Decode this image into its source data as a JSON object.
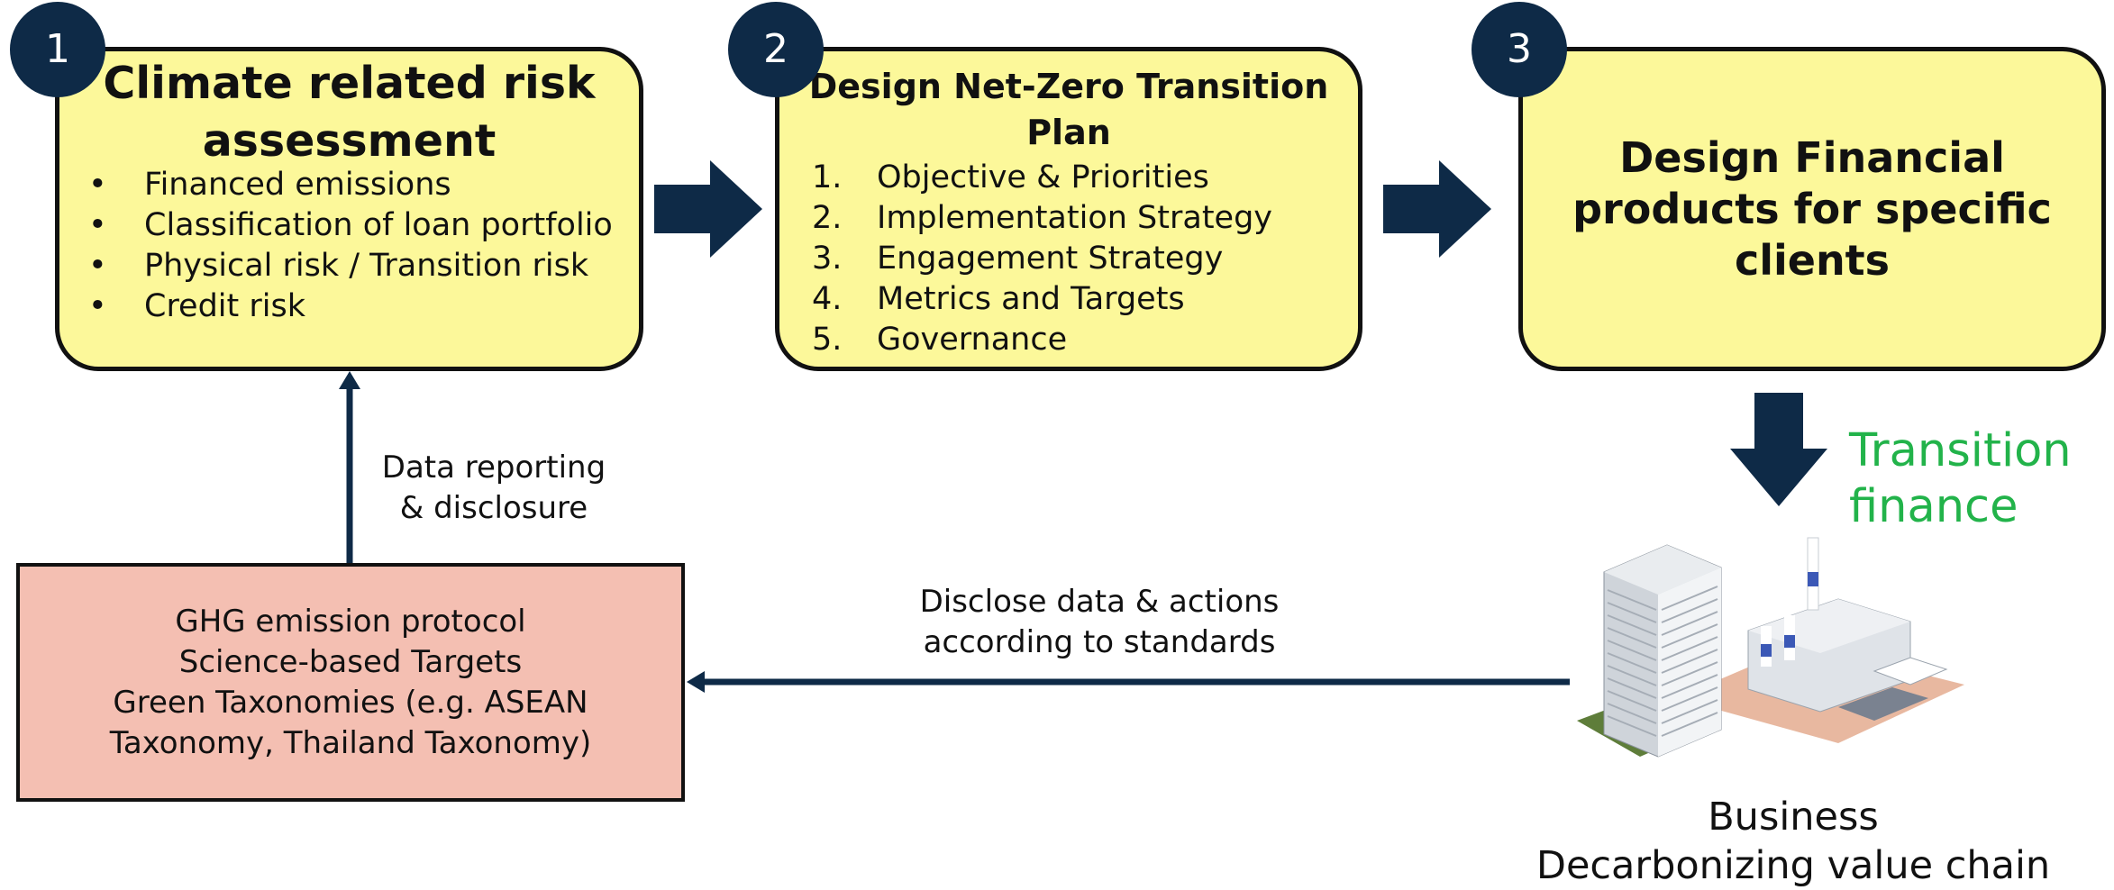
{
  "steps": [
    {
      "number": "1",
      "title": "Climate related risk assessment",
      "items": [
        "Financed emissions",
        "Classification of loan portfolio",
        "Physical risk / Transition risk",
        "Credit risk"
      ]
    },
    {
      "number": "2",
      "title": "Design Net-Zero Transition Plan",
      "items": [
        {
          "num": "1.",
          "text": "Objective & Priorities"
        },
        {
          "num": "2.",
          "text": "Implementation Strategy"
        },
        {
          "num": "3.",
          "text": "Engagement Strategy"
        },
        {
          "num": "4.",
          "text": "Metrics and Targets"
        },
        {
          "num": "5.",
          "text": "Governance"
        }
      ]
    },
    {
      "number": "3",
      "title": "Design Financial products for specific clients"
    }
  ],
  "standards_box": {
    "text": "GHG emission protocol\nScience-based Targets\nGreen Taxonomies (e.g. ASEAN\nTaxonomy, Thailand Taxonomy)"
  },
  "labels": {
    "data_reporting": "Data reporting\n& disclosure",
    "disclose": "Disclose data & actions\naccording to standards",
    "transition_finance": "Transition\nfinance",
    "business": "Business\nDecarbonizing value chain"
  },
  "colors": {
    "step_fill": "#fcf89a",
    "badge": "#0e2a47",
    "arrow": "#0e2a47",
    "standards_fill": "#f4bfb2",
    "transition_finance": "#22b34a"
  },
  "icons": {
    "arrow": "block-arrow-icon",
    "illustration": "city-factory-illustration"
  }
}
